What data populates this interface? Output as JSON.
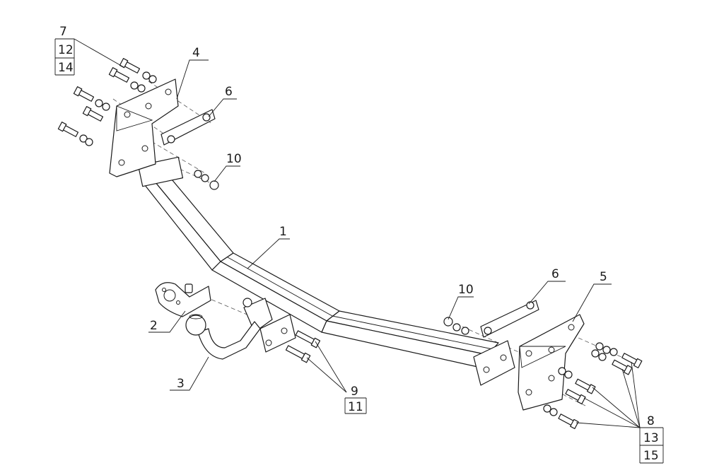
{
  "callouts": {
    "c1": "1",
    "c2": "2",
    "c3": "3",
    "c4": "4",
    "c5": "5",
    "c6_left": "6",
    "c6_right": "6",
    "c10_left": "10",
    "c10_right": "10",
    "c7": "7",
    "c12": "12",
    "c14": "14",
    "c9": "9",
    "c11": "11",
    "c8": "8",
    "c13": "13",
    "c15": "15"
  },
  "colors": {
    "line": "#1a1a1a",
    "background": "#ffffff"
  }
}
